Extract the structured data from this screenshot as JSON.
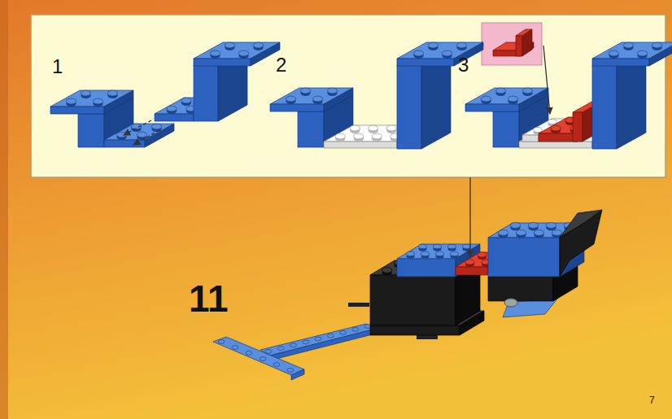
{
  "diagram": {
    "labels": [
      "1",
      "2",
      "3",
      "11",
      "7"
    ]
  }
}
